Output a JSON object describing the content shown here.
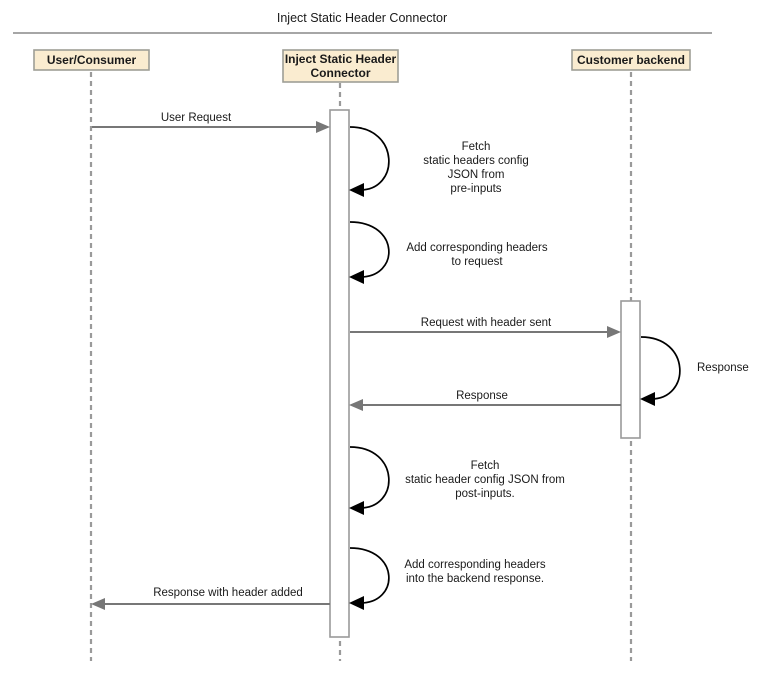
{
  "diagram": {
    "title": "Inject Static Header Connector",
    "type": "sequence-diagram",
    "colors": {
      "participant_fill": "#faecd0",
      "participant_border": "#9e9e96",
      "lifeline": "#9a9a9a",
      "message_line": "#777777",
      "self_message_arc": "#000000",
      "text": "#1a1a1a",
      "background": "#ffffff"
    },
    "participants": [
      {
        "id": "user",
        "label": "User/Consumer",
        "lines": [
          "User/Consumer"
        ]
      },
      {
        "id": "connector",
        "label": "Inject Static Header Connector",
        "lines": [
          "Inject Static Header",
          "Connector"
        ]
      },
      {
        "id": "backend",
        "label": "Customer backend",
        "lines": [
          "Customer backend"
        ]
      }
    ],
    "messages": [
      {
        "id": "m1",
        "kind": "call",
        "from": "user",
        "to": "connector",
        "direction": "right",
        "label": "User Request",
        "lines": [
          "User Request"
        ]
      },
      {
        "id": "m2",
        "kind": "self",
        "on": "connector",
        "label": "Fetch static headers config JSON from pre-inputs",
        "lines": [
          "Fetch",
          "static headers config",
          "JSON from",
          "pre-inputs"
        ]
      },
      {
        "id": "m3",
        "kind": "self",
        "on": "connector",
        "label": "Add corresponding headers to request",
        "lines": [
          "Add corresponding headers",
          "to request"
        ]
      },
      {
        "id": "m4",
        "kind": "call",
        "from": "connector",
        "to": "backend",
        "direction": "right",
        "label": "Request with header sent",
        "lines": [
          "Request with header sent"
        ]
      },
      {
        "id": "m5",
        "kind": "self",
        "on": "backend",
        "label": "Response",
        "lines": [
          "Response"
        ]
      },
      {
        "id": "m6",
        "kind": "return",
        "from": "backend",
        "to": "connector",
        "direction": "left",
        "label": "Response",
        "lines": [
          "Response"
        ]
      },
      {
        "id": "m7",
        "kind": "self",
        "on": "connector",
        "label": "Fetch static header config JSON from post-inputs.",
        "lines": [
          "Fetch",
          "static header config JSON from",
          "post-inputs."
        ]
      },
      {
        "id": "m8",
        "kind": "self",
        "on": "connector",
        "label": "Add corresponding headers into the backend response.",
        "lines": [
          "Add corresponding headers",
          "into the backend response."
        ]
      },
      {
        "id": "m9",
        "kind": "return",
        "from": "connector",
        "to": "user",
        "direction": "left",
        "label": "Response with header added",
        "lines": [
          "Response with header added"
        ]
      }
    ]
  }
}
